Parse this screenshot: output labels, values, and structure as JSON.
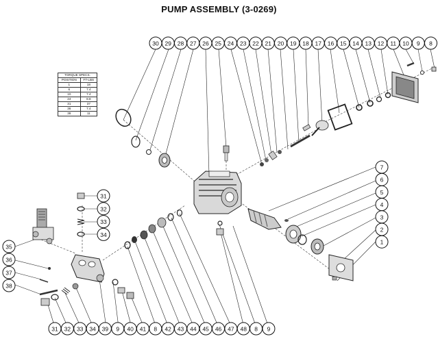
{
  "title": "PUMP ASSEMBLY (3-0269)",
  "torque_table": {
    "caption": "TORQUE SPECS.",
    "headers": [
      "POSITION",
      "FT-LBS"
    ],
    "rows": [
      [
        "1",
        "18"
      ],
      [
        "6",
        "7.4"
      ],
      [
        "10",
        "7.4"
      ],
      [
        "24",
        "8.8"
      ],
      [
        "31",
        "37"
      ],
      [
        "36",
        "7.4"
      ],
      [
        "38",
        "11"
      ]
    ]
  },
  "top_balloons": [
    "30",
    "29",
    "28",
    "27",
    "26",
    "25",
    "24",
    "23",
    "22",
    "21",
    "20",
    "19",
    "18",
    "17",
    "16",
    "15",
    "14",
    "13",
    "12",
    "11",
    "10",
    "9",
    "8"
  ],
  "right_balloons": [
    "7",
    "6",
    "5",
    "4",
    "3",
    "2",
    "1"
  ],
  "bottom_balloons": [
    "31",
    "32",
    "33",
    "34",
    "39",
    "9",
    "40",
    "41",
    "8",
    "42",
    "43",
    "44",
    "45",
    "46",
    "47",
    "48",
    "8",
    "9"
  ],
  "left_balloons": [
    "35",
    "36",
    "37",
    "38"
  ],
  "middle_balloons": [
    "31",
    "32",
    "33",
    "34"
  ]
}
